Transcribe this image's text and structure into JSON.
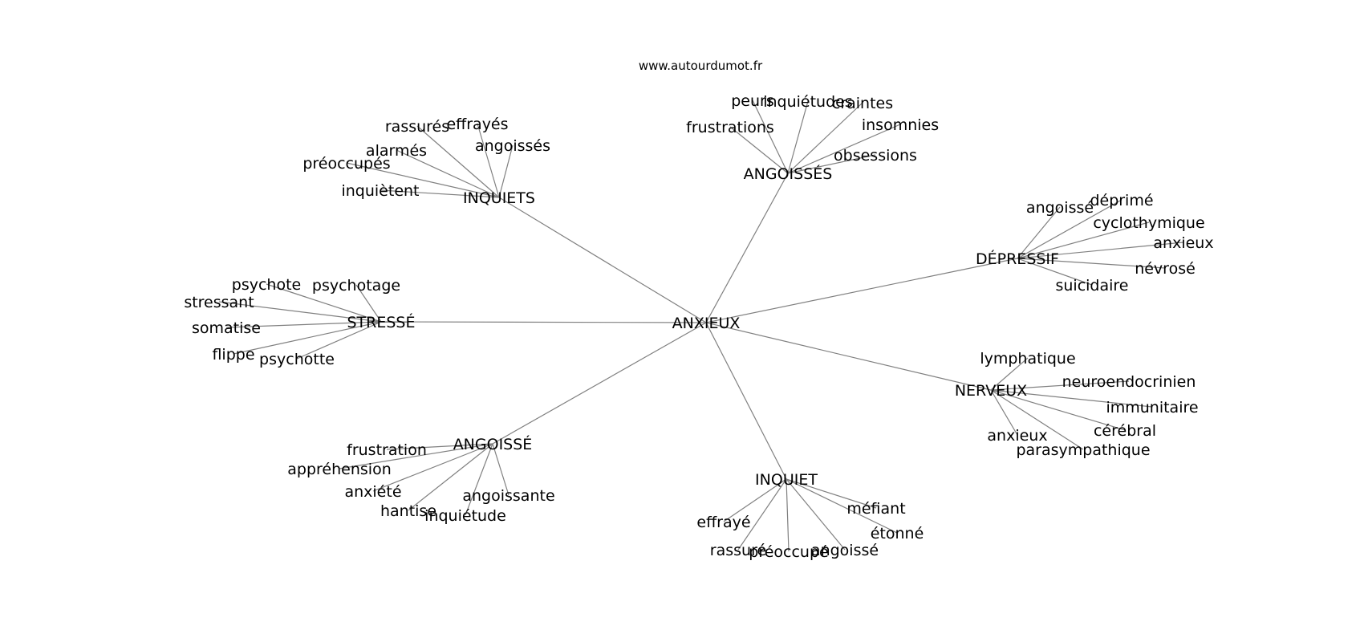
{
  "source": "www.autourdumot.fr",
  "center": "ANXIEUX",
  "groups": [
    {
      "label": "INQUIETS",
      "leaves": [
        "rassurés",
        "effrayés",
        "angoissés",
        "alarmés",
        "préoccupés",
        "inquiètent"
      ]
    },
    {
      "label": "ANGOISSÉS",
      "leaves": [
        "peurs",
        "inquiétudes",
        "craintes",
        "frustrations",
        "insomnies",
        "obsessions"
      ]
    },
    {
      "label": "DÉPRESSIF",
      "leaves": [
        "angoissé",
        "déprimé",
        "cyclothymique",
        "anxieux",
        "névrosé",
        "suicidaire"
      ]
    },
    {
      "label": "STRESSÉ",
      "leaves": [
        "psychote",
        "psychotage",
        "stressant",
        "somatise",
        "flippe",
        "psychotte"
      ]
    },
    {
      "label": "NERVEUX",
      "leaves": [
        "lymphatique",
        "neuroendocrinien",
        "immunitaire",
        "cérébral",
        "anxieux",
        "parasympathique"
      ]
    },
    {
      "label": "ANGOISSÉ",
      "leaves": [
        "frustration",
        "appréhension",
        "anxiété",
        "hantise",
        "inquiétude",
        "angoissante"
      ]
    },
    {
      "label": "INQUIET",
      "leaves": [
        "effrayé",
        "rassuré",
        "préoccupé",
        "angoissé",
        "méfiant",
        "étonné"
      ]
    }
  ]
}
